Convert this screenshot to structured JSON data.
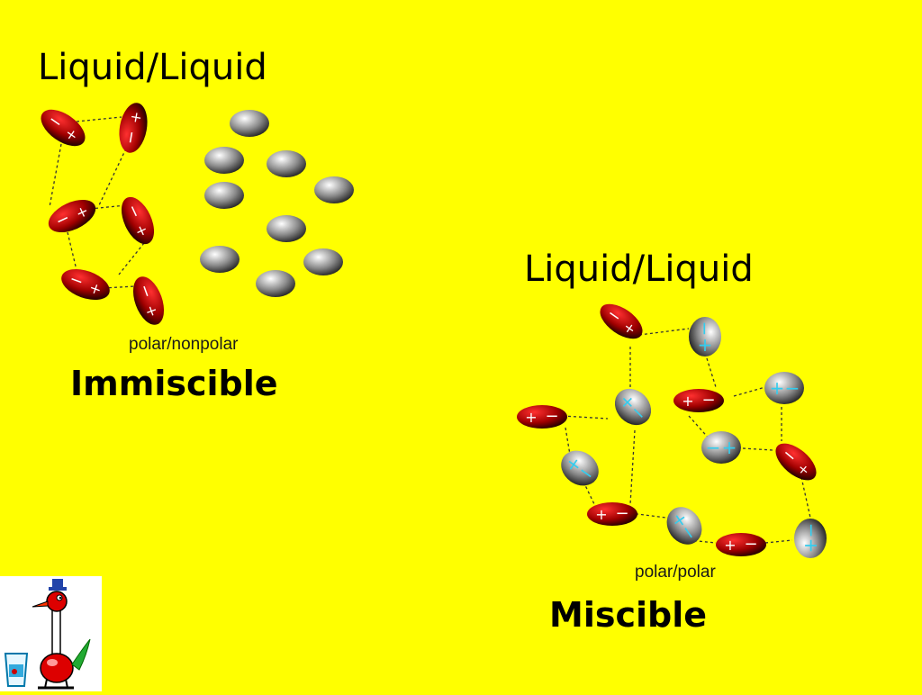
{
  "slide": {
    "left_panel": {
      "heading": "Liquid/Liquid",
      "caption": "polar/nonpolar",
      "verdict": "Immiscible"
    },
    "right_panel": {
      "heading": "Liquid/Liquid",
      "caption": "polar/polar",
      "verdict": "Miscible"
    }
  },
  "colors": {
    "background": "#ffff00",
    "polar_molecule": "#b00000",
    "nonpolar_molecule": "#808080",
    "charge_on_polar": "#ffffff",
    "charge_on_nonpolar": "#33ccee"
  },
  "icons": {
    "mascot": "drinking-bird-icon"
  }
}
